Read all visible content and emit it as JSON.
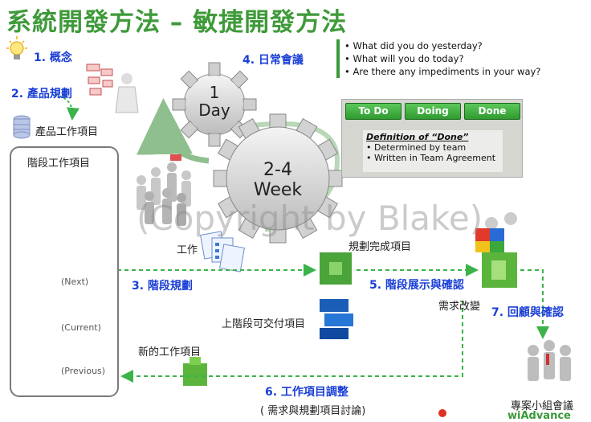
{
  "title": "系統開發方法 – 敏捷開發方法",
  "steps": {
    "s1": "1. 概念",
    "s2": "2. 產品規劃",
    "s3": "3. 階段規劃",
    "s4": "4. 日常會議",
    "s5": "5. 階段展示與確認",
    "s6": "6. 工作項目調整",
    "s7": "7. 回顧與確認"
  },
  "labels": {
    "product_backlog": "產品工作項目",
    "stage_items": "階段工作項目",
    "next": "(Next)",
    "current": "(Current)",
    "previous": "(Previous)",
    "work": "工作",
    "planned_done": "規劃完成項目",
    "last_deliverable": "上階段可交付項目",
    "req_change": "需求改變",
    "new_items": "新的工作項目",
    "adjust_note": "( 需求與規劃項目討論)",
    "team_meeting": "專案小組會議"
  },
  "standup_questions": [
    "What did you do yesterday?",
    "What will you do today?",
    "Are there any impediments in your way?"
  ],
  "board": {
    "columns": [
      "To Do",
      "Doing",
      "Done"
    ],
    "dod_title": "Definition of “Done”",
    "dod_items": [
      "Determined by team",
      "Written in Team Agreement"
    ]
  },
  "gears": {
    "small_line1": "1",
    "small_line2": "Day",
    "big_line1": "2-4",
    "big_line2": "Week"
  },
  "watermark": "(Copyright by Blake)",
  "logo": "wiAdvance",
  "colors": {
    "title_green": "#3f9a3a",
    "step_blue": "#1a3fd6",
    "flow_green": "#3bb34a"
  }
}
